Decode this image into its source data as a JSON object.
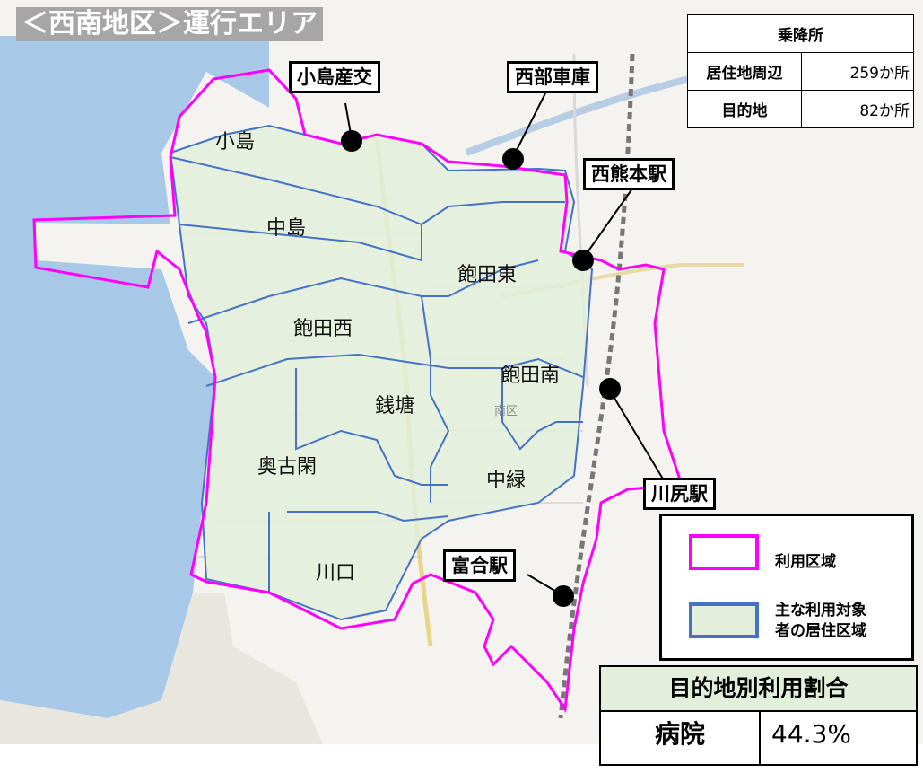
{
  "title": "＜西南地区＞運行エリア",
  "districts": [
    "小島",
    "中島",
    "飽田東",
    "飽田西",
    "飽田南",
    "銭塘",
    "奥古閑",
    "中緑",
    "川口"
  ],
  "callouts": {
    "kojima_sanko": "小島産交",
    "seibu_shako": "西部車庫",
    "nishikumamoto": "西熊本駅",
    "kawashiri": "川尻駅",
    "tomiai": "富合駅"
  },
  "stops_table": {
    "header": "乗降所",
    "rows": [
      {
        "label": "居住地周辺",
        "value": "259か所"
      },
      {
        "label": "目的地",
        "value": "82か所"
      }
    ]
  },
  "legend": {
    "use_area": "利用区域",
    "resident_area_line1": "主な利用対象",
    "resident_area_line2": "者の居住区域"
  },
  "usage_table": {
    "title": "目的地別利用割合",
    "row1_label": "病院",
    "row1_value": "44.3%"
  },
  "map_labels": {
    "minami_ku": "南区"
  },
  "colors": {
    "use_area_border": "#ff00ff",
    "resident_area_border": "#4472c4",
    "resident_area_fill": "#e2efda",
    "sea": "#a8c8e8",
    "title_bg": "#a6a6a6"
  }
}
